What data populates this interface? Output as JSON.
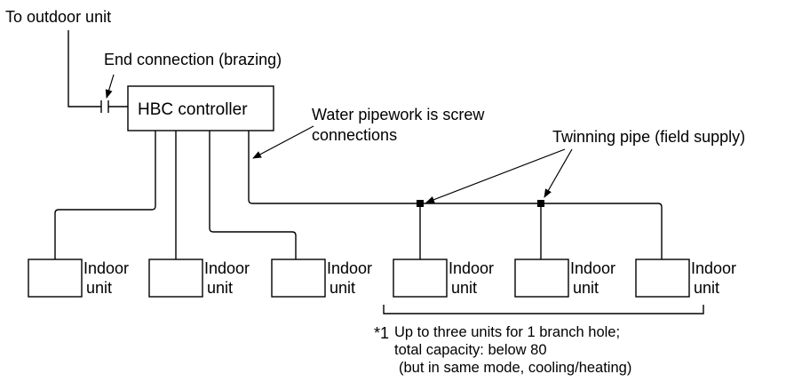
{
  "labels": {
    "outdoor": "To outdoor unit",
    "end_connection": "End connection (brazing)",
    "controller": "HBC controller",
    "water_line1": "Water pipework is screw",
    "water_line2": "connections",
    "twinning": "Twinning pipe (field supply)"
  },
  "indoor_units": [
    {
      "line1": "Indoor",
      "line2": "unit"
    },
    {
      "line1": "Indoor",
      "line2": "unit"
    },
    {
      "line1": "Indoor",
      "line2": "unit"
    },
    {
      "line1": "Indoor",
      "line2": "unit"
    },
    {
      "line1": "Indoor",
      "line2": "unit"
    },
    {
      "line1": "Indoor",
      "line2": "unit"
    }
  ],
  "note": {
    "marker": "*1",
    "line1": "Up to three units for 1 branch hole;",
    "line2": "total capacity: below 80",
    "line3": "(but in same mode, cooling/heating)"
  }
}
